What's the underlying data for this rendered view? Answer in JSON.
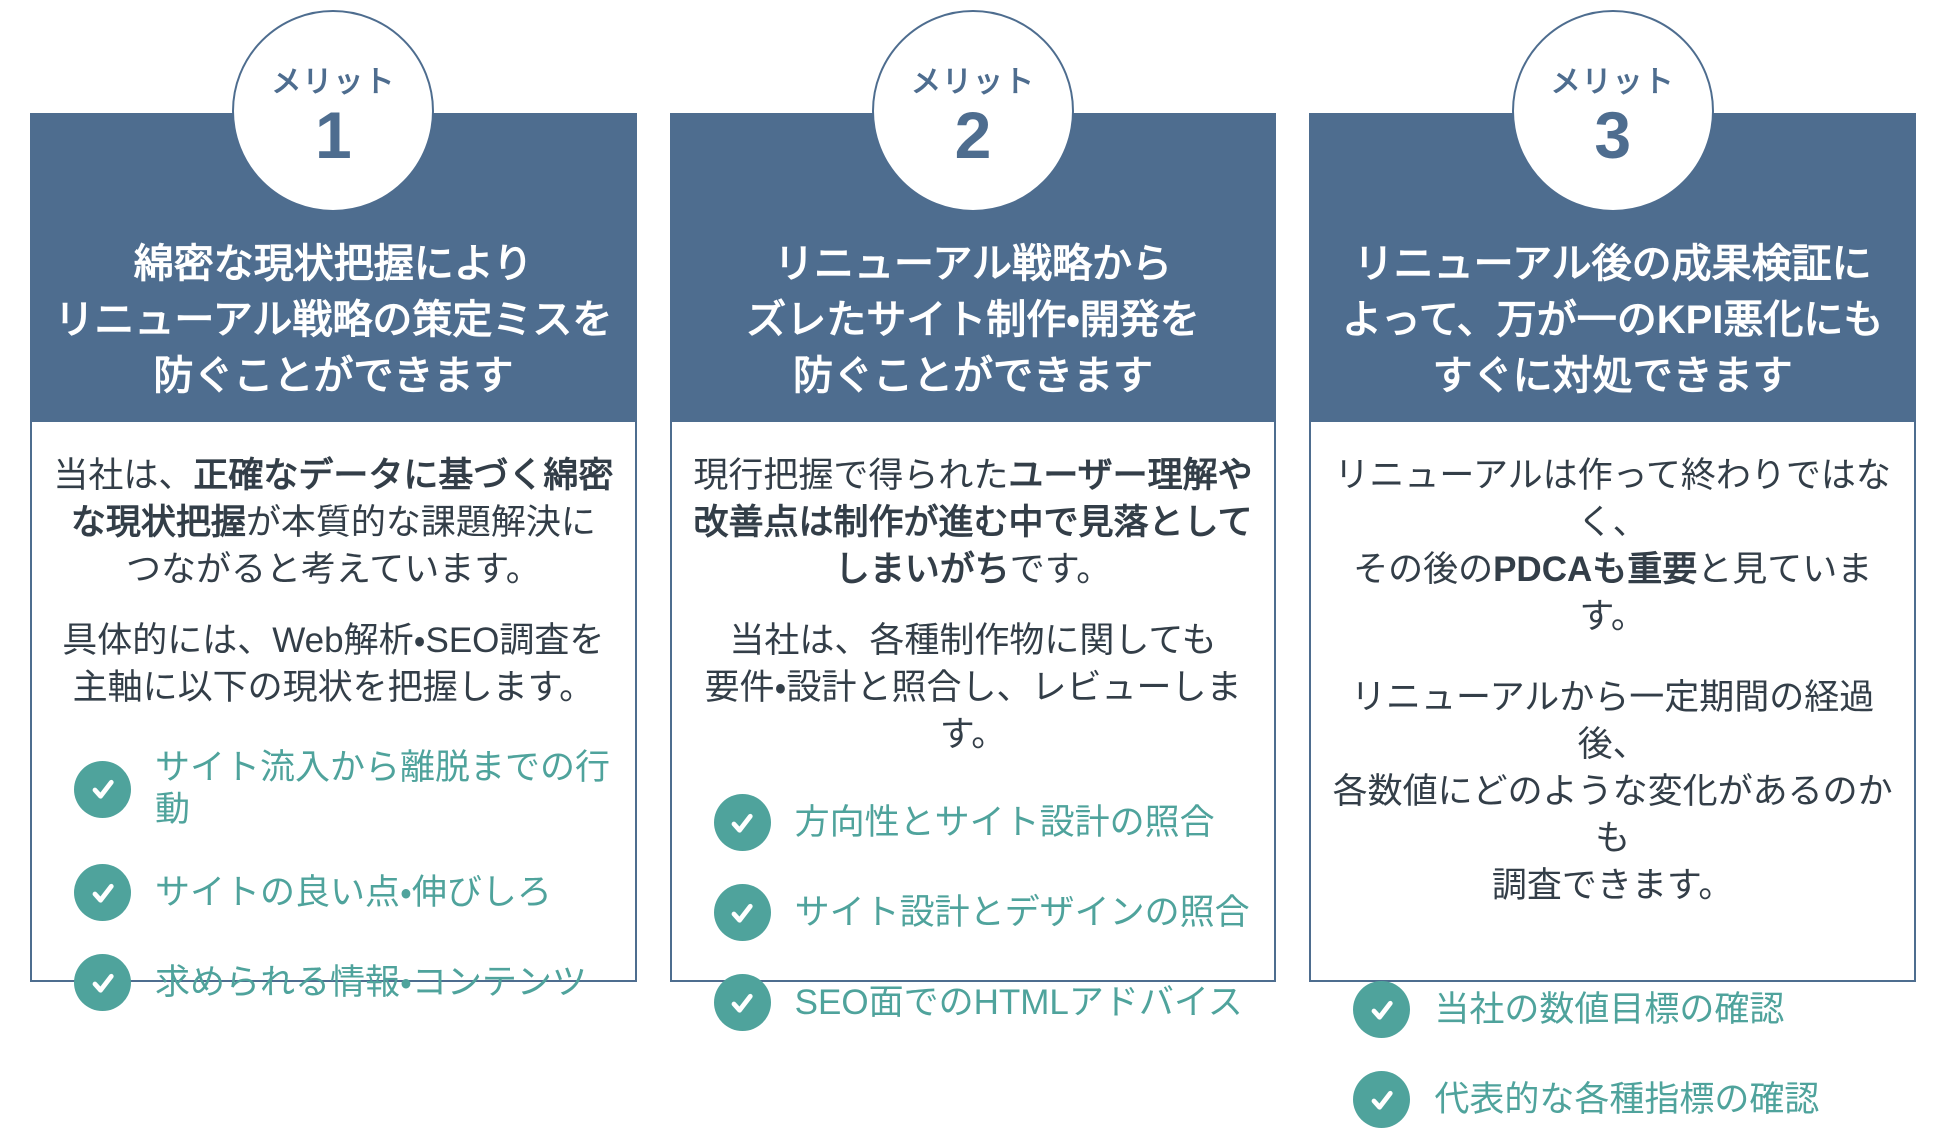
{
  "colors": {
    "slate": "#4e6d8f",
    "dark_text": "#333e48",
    "teal": "#4fa39c",
    "background": "#ffffff"
  },
  "cards": [
    {
      "badge_label": "メリット",
      "badge_number": "1",
      "header": "綿密な現状把握により\nリニューアル戦略の策定ミスを\n防ぐことができます",
      "paragraphs": [
        [
          {
            "t": "当社は、"
          },
          {
            "t": "正確なデータに基づく綿密\nな現状把握",
            "b": true
          },
          {
            "t": "が本質的な課題解決に\nつながると考えています。"
          }
        ],
        [
          {
            "t": "具体的には、Web解析・SEO調査を\n主軸に以下の現状を把握します。"
          }
        ]
      ],
      "checklist": [
        "サイト流入から離脱までの行動",
        "サイトの良い点・伸びしろ",
        "求められる情報・コンテンツ"
      ]
    },
    {
      "badge_label": "メリット",
      "badge_number": "2",
      "header": "リニューアル戦略から\nズレたサイト制作・開発を\n防ぐことができます",
      "paragraphs": [
        [
          {
            "t": "現行把握で得られた"
          },
          {
            "t": "ユーザー理解や\n改善点は制作が進む中で見落として\nしまいがち",
            "b": true
          },
          {
            "t": "です。"
          }
        ],
        [
          {
            "t": "当社は、各種制作物に関しても\n要件・設計と照合し、レビューします。"
          }
        ]
      ],
      "checklist": [
        "方向性とサイト設計の照合",
        "サイト設計とデザインの照合",
        "SEO面でのHTMLアドバイス"
      ]
    },
    {
      "badge_label": "メリット",
      "badge_number": "3",
      "header": "リニューアル後の成果検証に\nよって、万が一のKPI悪化にも\nすぐに対処できます",
      "paragraphs": [
        [
          {
            "t": "リニューアルは作って終わりではなく、\nその後の"
          },
          {
            "t": "PDCAも重要",
            "b": true
          },
          {
            "t": "と見ています。"
          }
        ],
        [
          {
            "t": "リニューアルから一定期間の経過後、\n各数値にどのような変化があるのかも\n調査できます。"
          }
        ]
      ],
      "checklist": [
        "当社の数値目標の確認",
        "代表的な各種指標の確認"
      ]
    }
  ]
}
